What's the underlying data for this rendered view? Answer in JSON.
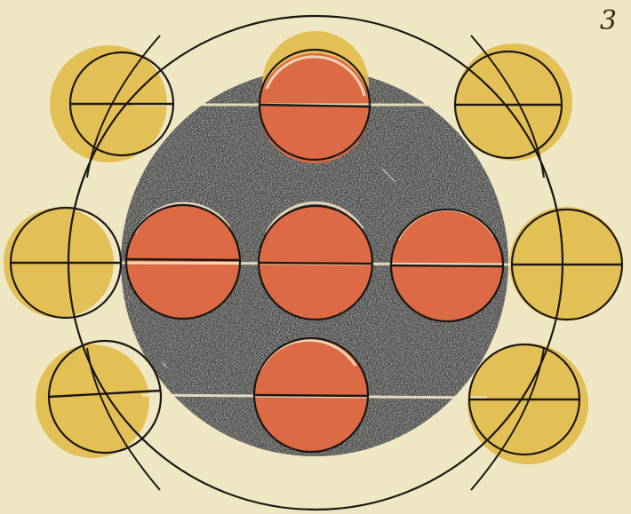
{
  "page_number": "3",
  "colors": {
    "paper": "#efe6c4",
    "ink": "#1c1712",
    "earth_shadow": "#4a4846",
    "moon_eclipsed": "#db6a45",
    "moon_bright": "#e2bd4c"
  },
  "icons": [
    "earth-shadow-disc",
    "eclipsed-moon",
    "bright-moon",
    "moon-orbit-circle"
  ]
}
